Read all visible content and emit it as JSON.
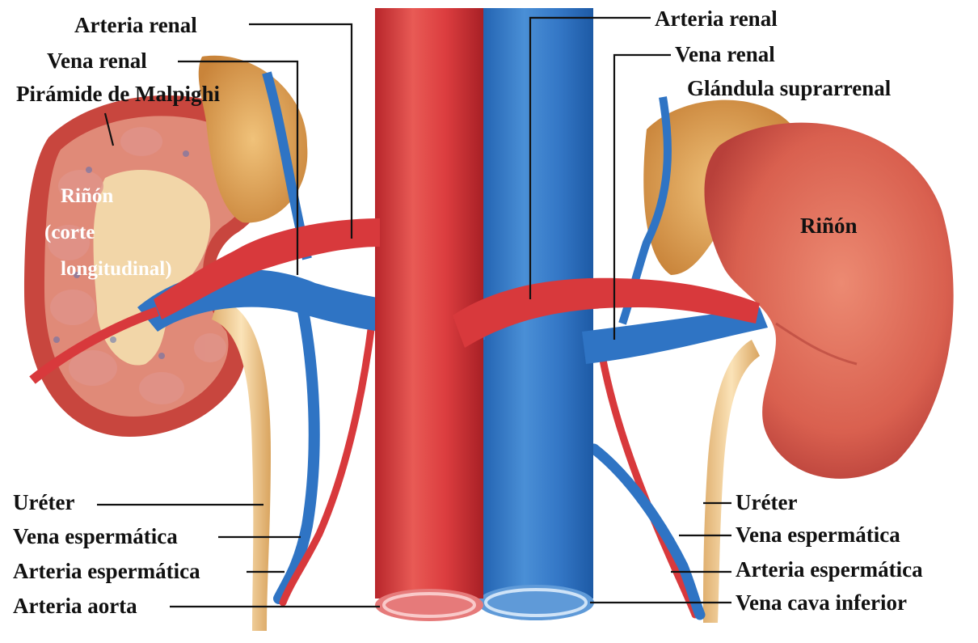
{
  "diagram": {
    "labels_left": {
      "arteria_renal": "Arteria renal",
      "vena_renal": "Vena renal",
      "piramide": "Pirámide de Malpighi",
      "ureter": "Uréter",
      "vena_espermatica": "Vena espermática",
      "arteria_espermatica": "Arteria espermática",
      "arteria_aorta": "Arteria aorta"
    },
    "kidney_section": {
      "line1": "Riñón",
      "line2": "(corte",
      "line3": "longitudinal)"
    },
    "labels_right": {
      "arteria_renal": "Arteria renal",
      "vena_renal": "Vena renal",
      "glandula": "Glándula suprarrenal",
      "rinon": "Riñón",
      "ureter": "Uréter",
      "vena_espermatica": "Vena espermática",
      "arteria_espermatica": "Arteria espermática",
      "vena_cava": "Vena cava inferior"
    },
    "colors": {
      "artery": "#d8393c",
      "vein": "#2f74c4",
      "kidney": "#d9604f",
      "ureter": "#f0c98a",
      "adrenal": "#d89a4a"
    }
  }
}
